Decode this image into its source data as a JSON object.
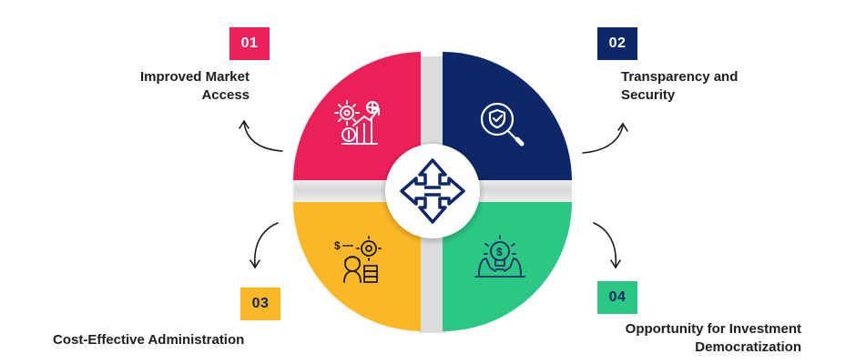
{
  "items": [
    {
      "number": "01",
      "title_line1": "Improved Market",
      "title_line2": "Access",
      "color": "#ec2058",
      "icon": "market-growth-icon"
    },
    {
      "number": "02",
      "title_line1": "Transparency and",
      "title_line2": "Security",
      "color": "#0d2868",
      "icon": "shield-magnifier-icon"
    },
    {
      "number": "03",
      "title_line1": "Cost-Effective Administration",
      "title_line2": "",
      "color": "#fbb826",
      "icon": "administrator-cost-icon"
    },
    {
      "number": "04",
      "title_line1": "Opportunity for Investment",
      "title_line2": "Democratization",
      "color": "#2bc784",
      "icon": "idea-hands-icon"
    }
  ],
  "center": {
    "icon": "four-way-arrows-icon",
    "color": "#0d2868"
  },
  "colors": {
    "accent_text": "#0d2868",
    "grey_cross": "#e6e6e6"
  }
}
